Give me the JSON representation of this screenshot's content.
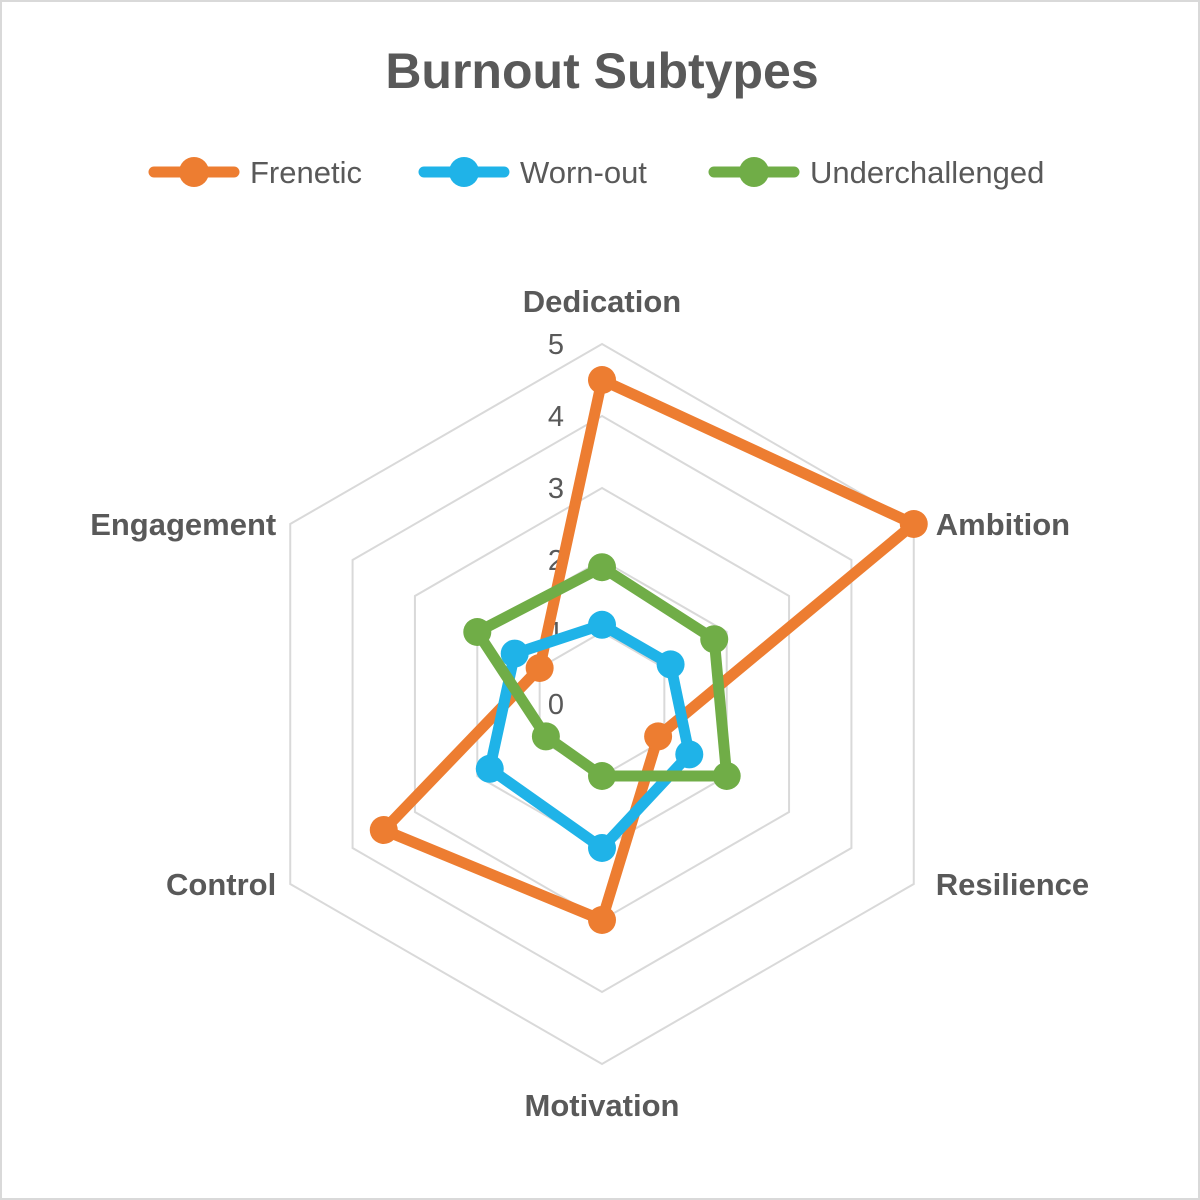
{
  "chart_data": {
    "type": "radar",
    "title": "Burnout Subtypes",
    "categories": [
      "Dedication",
      "Ambition",
      "Resilience",
      "Motivation",
      "Control",
      "Engagement"
    ],
    "rlim": [
      0,
      5
    ],
    "ticks": [
      "0",
      "1",
      "2",
      "3",
      "4",
      "5"
    ],
    "legend_position": "top",
    "grid": true,
    "series": [
      {
        "name": "Frenetic",
        "color": "#ED7D31",
        "values": [
          4.5,
          5.0,
          0.9,
          3.0,
          3.5,
          1.0
        ]
      },
      {
        "name": "Worn-out",
        "color": "#1FB3E8",
        "values": [
          1.1,
          1.1,
          1.4,
          2.0,
          1.8,
          1.4
        ]
      },
      {
        "name": "Underchallenged",
        "color": "#70AD47",
        "values": [
          1.9,
          1.8,
          2.0,
          1.0,
          0.9,
          2.0
        ]
      }
    ]
  }
}
